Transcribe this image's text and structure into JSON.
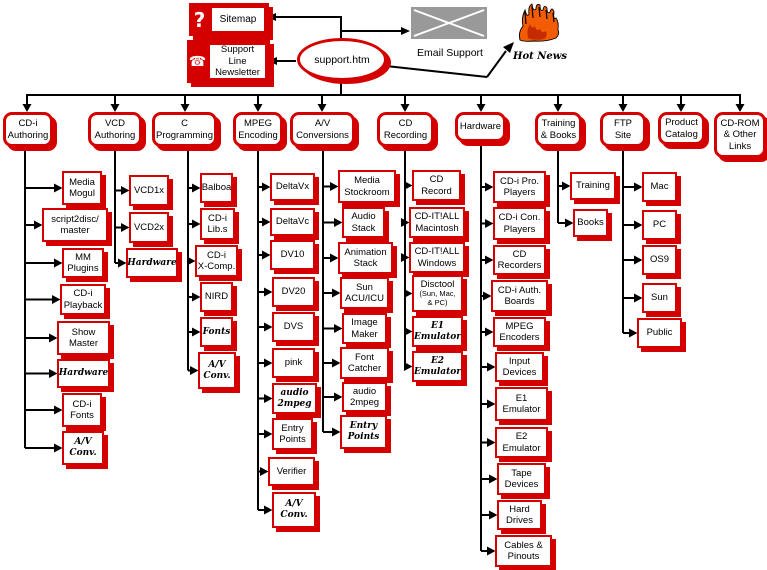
{
  "page": {
    "background": "#FFFFFF",
    "accent_red": "#D40000",
    "line_black": "#000000",
    "envelope_gray": "#999999",
    "flame_orange": "#F25C05"
  },
  "top": {
    "sitemap": {
      "icon_glyph": "?",
      "label": "Sitemap"
    },
    "support_line": {
      "icon_glyph": "☎",
      "lines": [
        "Support",
        "Line",
        "Newsletter"
      ]
    },
    "root": {
      "label": "support.htm"
    },
    "email": {
      "label": "Email Support"
    },
    "hot_news": {
      "label": "Hot News"
    }
  },
  "tree": {
    "columns": [
      {
        "header": [
          "CD-i",
          "Authoring"
        ],
        "children": [
          {
            "lines": [
              "Media",
              "Mogul"
            ]
          },
          {
            "lines": [
              "script2disc/",
              "master"
            ]
          },
          {
            "lines": [
              "MM",
              "Plugins"
            ]
          },
          {
            "lines": [
              "CD-i",
              "Playback"
            ]
          },
          {
            "lines": [
              "Show",
              "Master"
            ]
          },
          {
            "lines": [
              "Hardware"
            ],
            "italic": true
          },
          {
            "lines": [
              "CD-i",
              "Fonts"
            ]
          },
          {
            "lines": [
              "A/V",
              "Conv."
            ],
            "italic": true
          }
        ]
      },
      {
        "header": [
          "VCD",
          "Authoring"
        ],
        "children": [
          {
            "lines": [
              "VCD1x"
            ]
          },
          {
            "lines": [
              "VCD2x"
            ]
          },
          {
            "lines": [
              "Hardware"
            ],
            "italic": true
          }
        ]
      },
      {
        "header": [
          "C",
          "Programming"
        ],
        "children": [
          {
            "lines": [
              "Balboa"
            ]
          },
          {
            "lines": [
              "CD-i",
              "Lib.s"
            ]
          },
          {
            "lines": [
              "CD-i",
              "X-Comp."
            ]
          },
          {
            "lines": [
              "NIRD"
            ]
          },
          {
            "lines": [
              "Fonts"
            ],
            "italic": true
          },
          {
            "lines": [
              "A/V",
              "Conv."
            ],
            "italic": true
          }
        ]
      },
      {
        "header": [
          "MPEG",
          "Encoding"
        ],
        "children": [
          {
            "lines": [
              "DeltaVx"
            ]
          },
          {
            "lines": [
              "DeltaVc"
            ]
          },
          {
            "lines": [
              "DV10"
            ]
          },
          {
            "lines": [
              "DV20"
            ]
          },
          {
            "lines": [
              "DVS"
            ]
          },
          {
            "lines": [
              "pink"
            ]
          },
          {
            "lines": [
              "audio",
              "2mpeg"
            ],
            "italic": true
          },
          {
            "lines": [
              "Entry",
              "Points"
            ]
          },
          {
            "lines": [
              "Verifier"
            ]
          },
          {
            "lines": [
              "A/V",
              "Conv."
            ],
            "italic": true
          }
        ]
      },
      {
        "header": [
          "A/V",
          "Conversions"
        ],
        "children": [
          {
            "lines": [
              "Media",
              "Stockroom"
            ]
          },
          {
            "lines": [
              "Audio",
              "Stack"
            ]
          },
          {
            "lines": [
              "Animation",
              "Stack"
            ]
          },
          {
            "lines": [
              "Sun",
              "ACU/ICU"
            ]
          },
          {
            "lines": [
              "Image",
              "Maker"
            ]
          },
          {
            "lines": [
              "Font",
              "Catcher"
            ]
          },
          {
            "lines": [
              "audio",
              "2mpeg"
            ]
          },
          {
            "lines": [
              "Entry",
              "Points"
            ],
            "italic": true
          }
        ]
      },
      {
        "header": [
          "CD",
          "Recording"
        ],
        "children": [
          {
            "lines": [
              "CD",
              "Record"
            ]
          },
          {
            "lines": [
              "CD-IT!ALL",
              "Macintosh"
            ]
          },
          {
            "lines": [
              "CD-IT!ALL",
              "Windows"
            ]
          },
          {
            "lines": [
              "Disctool",
              "(Sun, Mac,",
              "& PC)"
            ],
            "shrink": true
          },
          {
            "lines": [
              "E1",
              "Emulator"
            ],
            "italic": true
          },
          {
            "lines": [
              "E2",
              "Emulator"
            ],
            "italic": true
          }
        ]
      },
      {
        "header": [
          "Hardware"
        ],
        "children": [
          {
            "lines": [
              "CD-i Pro.",
              "Players"
            ]
          },
          {
            "lines": [
              "CD-i Con.",
              "Players"
            ]
          },
          {
            "lines": [
              "CD",
              "Recorders"
            ]
          },
          {
            "lines": [
              "CD-i Auth.",
              "Boards"
            ]
          },
          {
            "lines": [
              "MPEG",
              "Encoders"
            ]
          },
          {
            "lines": [
              "Input",
              "Devices"
            ]
          },
          {
            "lines": [
              "E1",
              "Emulator"
            ]
          },
          {
            "lines": [
              "E2",
              "Emulator"
            ]
          },
          {
            "lines": [
              "Tape",
              "Devices"
            ]
          },
          {
            "lines": [
              "Hard",
              "Drives"
            ]
          },
          {
            "lines": [
              "Cables &",
              "Pinouts"
            ]
          }
        ]
      },
      {
        "header": [
          "Training",
          "& Books"
        ],
        "children": [
          {
            "lines": [
              "Training"
            ]
          },
          {
            "lines": [
              "Books"
            ]
          }
        ]
      },
      {
        "header": [
          "FTP",
          "Site"
        ],
        "children": [
          {
            "lines": [
              "Mac"
            ]
          },
          {
            "lines": [
              "PC"
            ]
          },
          {
            "lines": [
              "OS9"
            ]
          },
          {
            "lines": [
              "Sun"
            ]
          },
          {
            "lines": [
              "Public"
            ]
          }
        ]
      },
      {
        "header": [
          "Product",
          "Catalog"
        ],
        "children": []
      },
      {
        "header": [
          "CD-ROM",
          "& Other",
          "Links"
        ],
        "children": []
      }
    ]
  }
}
